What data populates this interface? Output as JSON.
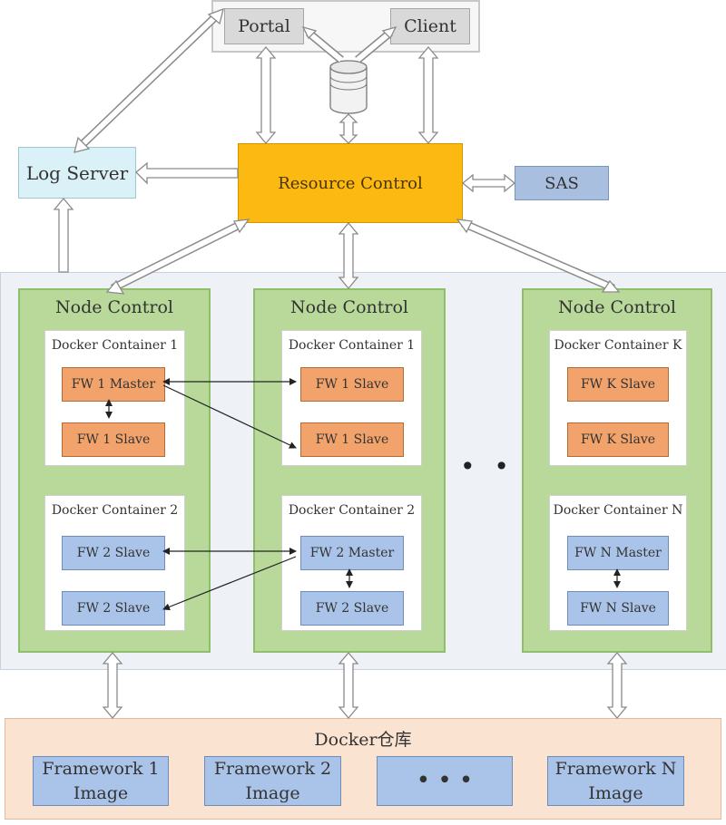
{
  "top": {
    "portal": "Portal",
    "client": "Client"
  },
  "log_server": "Log Server",
  "resource_control": "Resource Control",
  "sas": "SAS",
  "nodes": [
    {
      "title": "Node Control",
      "containers": [
        {
          "title": "Docker Container 1",
          "items": [
            "FW 1 Master",
            "FW 1 Slave"
          ],
          "color": "#f2a36b"
        },
        {
          "title": "Docker Container 2",
          "items": [
            "FW 2 Slave",
            "FW 2 Slave"
          ],
          "color": "#a9c4e8"
        }
      ]
    },
    {
      "title": "Node Control",
      "containers": [
        {
          "title": "Docker Container 1",
          "items": [
            "FW 1 Slave",
            "FW 1 Slave"
          ],
          "color": "#f2a36b"
        },
        {
          "title": "Docker Container 2",
          "items": [
            "FW 2 Master",
            "FW 2 Slave"
          ],
          "color": "#a9c4e8"
        }
      ]
    },
    {
      "title": "Node Control",
      "containers": [
        {
          "title": "Docker Container K",
          "items": [
            "FW K Slave",
            "FW K Slave"
          ],
          "color": "#f2a36b"
        },
        {
          "title": "Docker Container N",
          "items": [
            "FW N Master",
            "FW N Slave"
          ],
          "color": "#a9c4e8"
        }
      ]
    }
  ],
  "ellipsis": "• • •",
  "repository": {
    "title": "Docker仓库",
    "images": [
      {
        "line1": "Framework 1",
        "line2": "Image"
      },
      {
        "line1": "Framework 2",
        "line2": "Image"
      },
      {
        "line1": "• • •",
        "line2": ""
      },
      {
        "line1": "Framework N",
        "line2": "Image"
      }
    ]
  }
}
